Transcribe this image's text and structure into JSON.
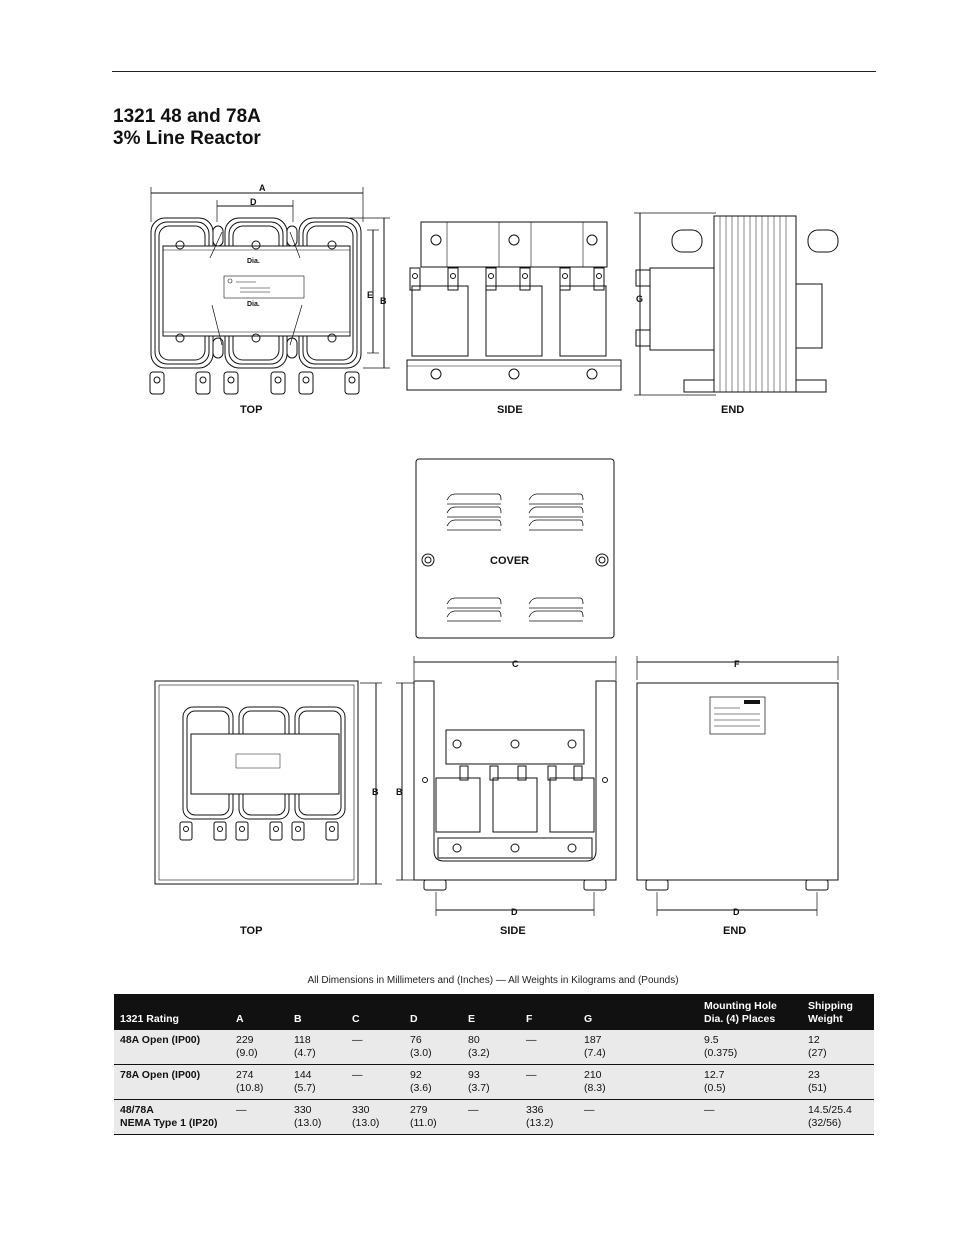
{
  "title": {
    "line1": "1321 48 and 78A",
    "line2": "3% Line Reactor"
  },
  "open_views": {
    "top_label": "TOP",
    "side_label": "SIDE",
    "end_label": "END",
    "dim_a": "A",
    "dim_d": "D",
    "dim_e": "E",
    "dim_b": "B",
    "dim_g": "G",
    "dia_top": "Dia.",
    "dia_bottom": "Dia."
  },
  "cover_view": {
    "label": "COVER"
  },
  "enclosed_views": {
    "top_label": "TOP",
    "side_label": "SIDE",
    "end_label": "END",
    "dim_c": "C",
    "dim_f": "F",
    "dim_b_outer": "B",
    "dim_b_inner": "B",
    "dim_d_side": "D",
    "dim_d_end": "D"
  },
  "caption": "All Dimensions in Millimeters and (Inches)  —  All Weights in Kilograms and (Pounds)",
  "table": {
    "headers": [
      "1321 Rating",
      "A",
      "B",
      "C",
      "D",
      "E",
      "F",
      "G",
      "Mounting Hole Dia. (4) Places",
      "Shipping Weight"
    ],
    "rows": [
      {
        "rating": "48A Open (IP00)",
        "a": [
          "229",
          "(9.0)"
        ],
        "b": [
          "118",
          "(4.7)"
        ],
        "c": [
          "—",
          ""
        ],
        "d": [
          "76",
          "(3.0)"
        ],
        "e": [
          "80",
          "(3.2)"
        ],
        "f": [
          "—",
          ""
        ],
        "g": [
          "187",
          "(7.4)"
        ],
        "hole": [
          "9.5",
          "(0.375)"
        ],
        "weight": [
          "12",
          "(27)"
        ]
      },
      {
        "rating": "78A Open (IP00)",
        "a": [
          "274",
          "(10.8)"
        ],
        "b": [
          "144",
          "(5.7)"
        ],
        "c": [
          "—",
          ""
        ],
        "d": [
          "92",
          "(3.6)"
        ],
        "e": [
          "93",
          "(3.7)"
        ],
        "f": [
          "—",
          ""
        ],
        "g": [
          "210",
          "(8.3)"
        ],
        "hole": [
          "12.7",
          "(0.5)"
        ],
        "weight": [
          "23",
          "(51)"
        ]
      },
      {
        "rating": "48/78A NEMA Type 1 (IP20)",
        "rating_line1": "48/78A",
        "rating_line2": "NEMA Type 1 (IP20)",
        "a": [
          "—",
          ""
        ],
        "b": [
          "330",
          "(13.0)"
        ],
        "c": [
          "330",
          "(13.0)"
        ],
        "d": [
          "279",
          "(11.0)"
        ],
        "e": [
          "—",
          ""
        ],
        "f": [
          "336",
          "(13.2)"
        ],
        "g": [
          "—",
          ""
        ],
        "hole": [
          "—",
          ""
        ],
        "weight": [
          "14.5/25.4",
          "(32/56)"
        ]
      }
    ]
  }
}
